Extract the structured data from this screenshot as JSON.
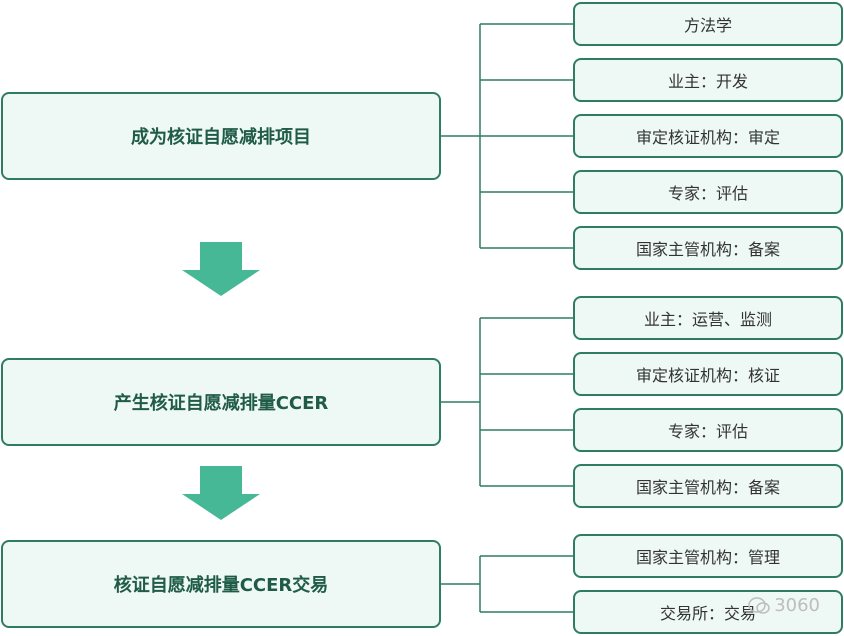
{
  "groups": [
    {
      "title": "成为核证自愿减排项目",
      "items": [
        "方法学",
        "业主：开发",
        "审定核证机构：审定",
        "专家：评估",
        "国家主管机构：备案"
      ]
    },
    {
      "title": "产生核证自愿减排量CCER",
      "items": [
        "业主：运营、监测",
        "审定核证机构：核证",
        "专家：评估",
        "国家主管机构：备案"
      ]
    },
    {
      "title": "核证自愿减排量CCER交易",
      "items": [
        "国家主管机构：管理",
        "交易所：交易"
      ]
    }
  ],
  "watermark": "3060",
  "colors": {
    "box_fill": "#eef8f4",
    "box_border": "#2e7d63",
    "title_text": "#1f5b47",
    "arrow": "#46b896",
    "connector": "#2e7d63"
  }
}
